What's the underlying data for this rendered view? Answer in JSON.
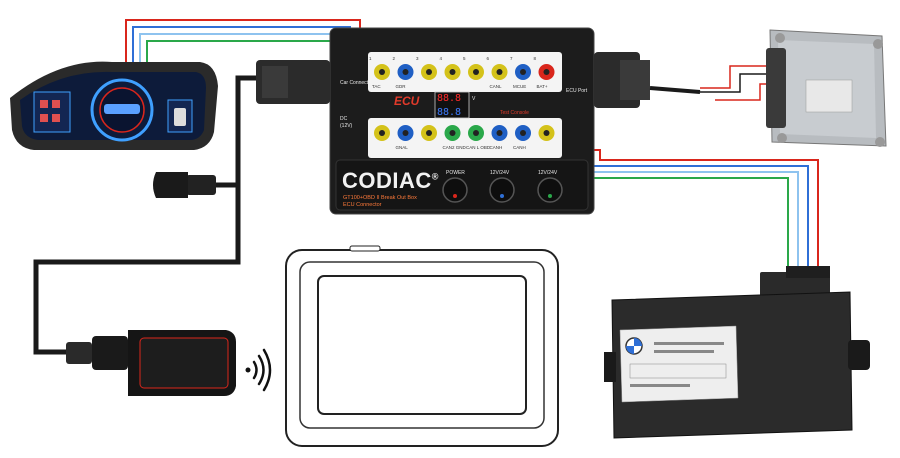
{
  "brand": {
    "name": "CODIAC",
    "mark": "®",
    "line1": "GT100+OBD II Break Out Box",
    "line2": "ECU Connector"
  },
  "box": {
    "ecu_logo": "ECU",
    "car_connect": "Car Connect",
    "dc": "DC",
    "dc_volt": "(12V)",
    "ecu_port": "ECU Port",
    "voltmeter_top": "88.8",
    "voltmeter_bottom": "88.8",
    "v_unit": "V",
    "top_pins": [
      "1",
      "2",
      "3",
      "4",
      "5",
      "6",
      "7",
      "8"
    ],
    "top_labels": [
      "TAC",
      "GDR",
      "",
      "",
      "",
      "CANL",
      "MCUE",
      "BAT+"
    ],
    "bottom_labels": [
      "",
      "GNAL",
      "",
      "CAN2 GND",
      "CAN L OBD",
      "CANH",
      "CANH",
      ""
    ],
    "buttons": [
      "POWER",
      "12V/24V",
      "12V/24V"
    ],
    "test_caption": "Test Console"
  },
  "colors": {
    "red": "#d9261c",
    "blue": "#2f6fd6",
    "lightblue": "#8ec3ef",
    "green": "#2aa84a",
    "black": "#1a1a1a",
    "yellow": "#d4c21a",
    "pinblue": "#1f5fc4"
  }
}
